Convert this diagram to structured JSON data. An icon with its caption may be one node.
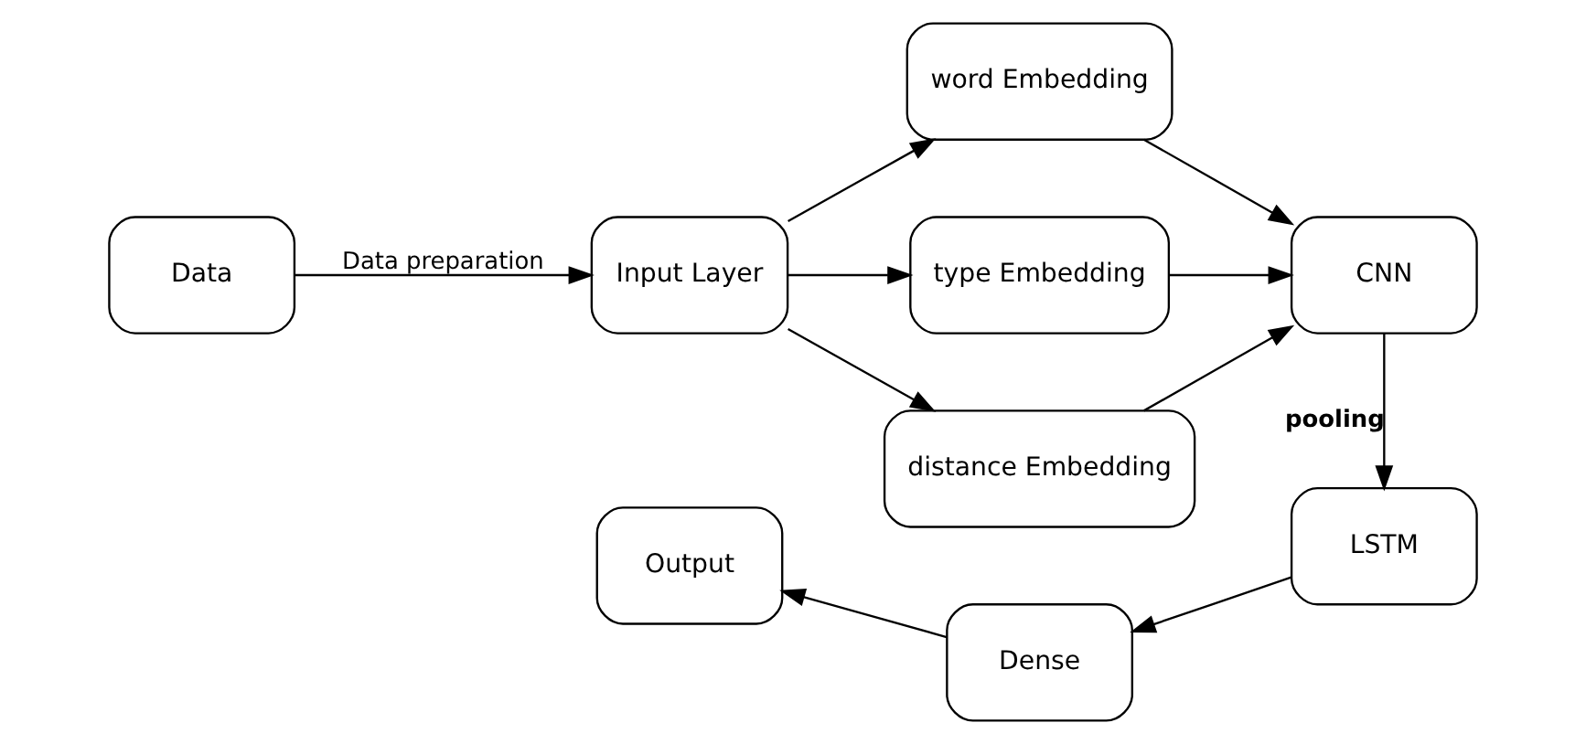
{
  "diagram": {
    "nodes": [
      {
        "text": [
          "Data"
        ]
      },
      {
        "text": [
          "Input Layer"
        ]
      },
      {
        "text": [
          "word Embedding"
        ]
      },
      {
        "text": [
          "type Embedding"
        ]
      },
      {
        "text": [
          "distance Embedding"
        ]
      },
      {
        "text": [
          "CNN"
        ]
      },
      {
        "text": [
          "LSTM"
        ]
      },
      {
        "text": [
          "Dense"
        ]
      },
      {
        "text": [
          "Output"
        ]
      }
    ],
    "edges": [
      {
        "from": 0,
        "to": 1,
        "arrow": "to",
        "label": "Data preparation"
      },
      {
        "from": 1,
        "to": 2,
        "arrow": "to"
      },
      {
        "from": 1,
        "to": 3,
        "arrow": "to"
      },
      {
        "from": 1,
        "to": 4,
        "arrow": "to"
      },
      {
        "from": 2,
        "to": 5,
        "arrow": "to"
      },
      {
        "from": 3,
        "to": 5,
        "arrow": "to"
      },
      {
        "from": 4,
        "to": 5,
        "arrow": "to"
      },
      {
        "from": 5,
        "to": 6,
        "arrow": "to",
        "label": "pooling"
      },
      {
        "from": 6,
        "to": 7,
        "arrow": "to"
      },
      {
        "from": 7,
        "to": 8,
        "arrow": "to"
      }
    ]
  }
}
